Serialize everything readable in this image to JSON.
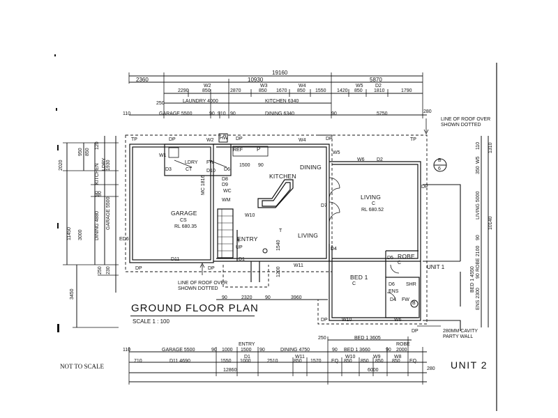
{
  "title": "GROUND FLOOR PLAN",
  "scale": "SCALE   1 : 100",
  "not_to_scale": "NOT TO SCALE",
  "unit_label": "UNIT 2",
  "unit_1": "UNIT 1",
  "rooms": {
    "garage": "GARAGE",
    "garage_cs": "CS",
    "garage_rl": "RL 680.35",
    "kitchen": "KITCHEN",
    "dining": "DINING",
    "living_main": "LIVING",
    "living_c": "C",
    "living_rl": "RL 680.52",
    "living_lower": "LIVING",
    "entry": "ENTRY",
    "lndry": "LDRY",
    "bed1": "BED 1",
    "bed1_c": "C",
    "robe": "ROBE",
    "robe_c": "C",
    "ens": "ENS",
    "shr": "SHR",
    "wc": "WC",
    "ct": "CT",
    "fw": "FW"
  },
  "notes": {
    "roof_top": "LINE OF ROOF OVER\nSHOWN DOTTED",
    "roof_bottom": "LINE OF ROOF OVER\nSHOWN DOTTED",
    "party_wall": "280MM CAVITY\nPARTY WALL",
    "up": "UP",
    "t": "T",
    "ref": "REF",
    "p": "P"
  },
  "top_dims": {
    "row1": [
      "2360",
      "19160",
      "10930",
      "5870"
    ],
    "row2": [
      "2290",
      "W2",
      "850",
      "2870",
      "W3",
      "850",
      "1670",
      "W4",
      "850",
      "1550",
      "1420",
      "W5",
      "850",
      "D2",
      "1810",
      "1790"
    ],
    "row3": [
      "250",
      "LAUNDRY 4000",
      "KITCHEN 6340"
    ],
    "row4": [
      "110",
      "GARAGE 5500",
      "90",
      "910",
      "90",
      "DINING 6340",
      "90",
      "5750",
      "280"
    ]
  },
  "bottom_dims": {
    "row1": [
      "110",
      "GARAGE 5500",
      "90",
      "1000",
      "ENTRY",
      "1500",
      "90",
      "DINING 4750",
      "90",
      "BED 1 3660",
      "90",
      "ROBE",
      "2000"
    ],
    "row2": [
      "D1",
      "W11",
      "W10",
      "W9",
      "W8"
    ],
    "row3": [
      "710",
      "D11 4690",
      "1550",
      "1000",
      "2510",
      "850",
      "1570",
      "EQ.",
      "850",
      "850",
      "850",
      "850",
      "EQ."
    ],
    "row4": [
      "12860",
      "6000",
      "280"
    ],
    "mid": [
      "90",
      "2320",
      "90",
      "3960",
      "250",
      "BED 1 3605"
    ]
  },
  "left_dims": [
    "2020",
    "950",
    "850",
    "120",
    "90",
    "1930",
    "KITCHEN",
    "LDRY",
    "3000",
    "DINING 4880",
    "GARAGE 5500",
    "11450",
    "250",
    "230",
    "3450",
    "90",
    "W1",
    "ED6"
  ],
  "right_dims": [
    "1310",
    "110",
    "W5",
    "350",
    "LIVING 5000",
    "10140",
    "90",
    "ROBE 2100",
    "BED 1 4550",
    "90",
    "ENS 2300"
  ],
  "tags": {
    "w1": "W1",
    "w2": "W2",
    "w3": "W3",
    "w4": "W4",
    "w5": "W5",
    "w6": "W6",
    "w10": "W10",
    "w11": "W11",
    "d1": "D1",
    "d2": "D2",
    "d3": "D3",
    "d4": "D4",
    "d5": "D5",
    "d6": "D6",
    "d7": "D7",
    "d8": "D8",
    "d9": "D9",
    "d10": "D10",
    "d11": "D11",
    "dp": "DP",
    "tp": "TP",
    "hw": "HW",
    "wm": "WM",
    "ed": "ED",
    "b": "B",
    "six": "6",
    "mc": "MC 1816",
    "d1500": "1500",
    "n90": "90",
    "n1540": "1540",
    "n1200": "1200"
  }
}
